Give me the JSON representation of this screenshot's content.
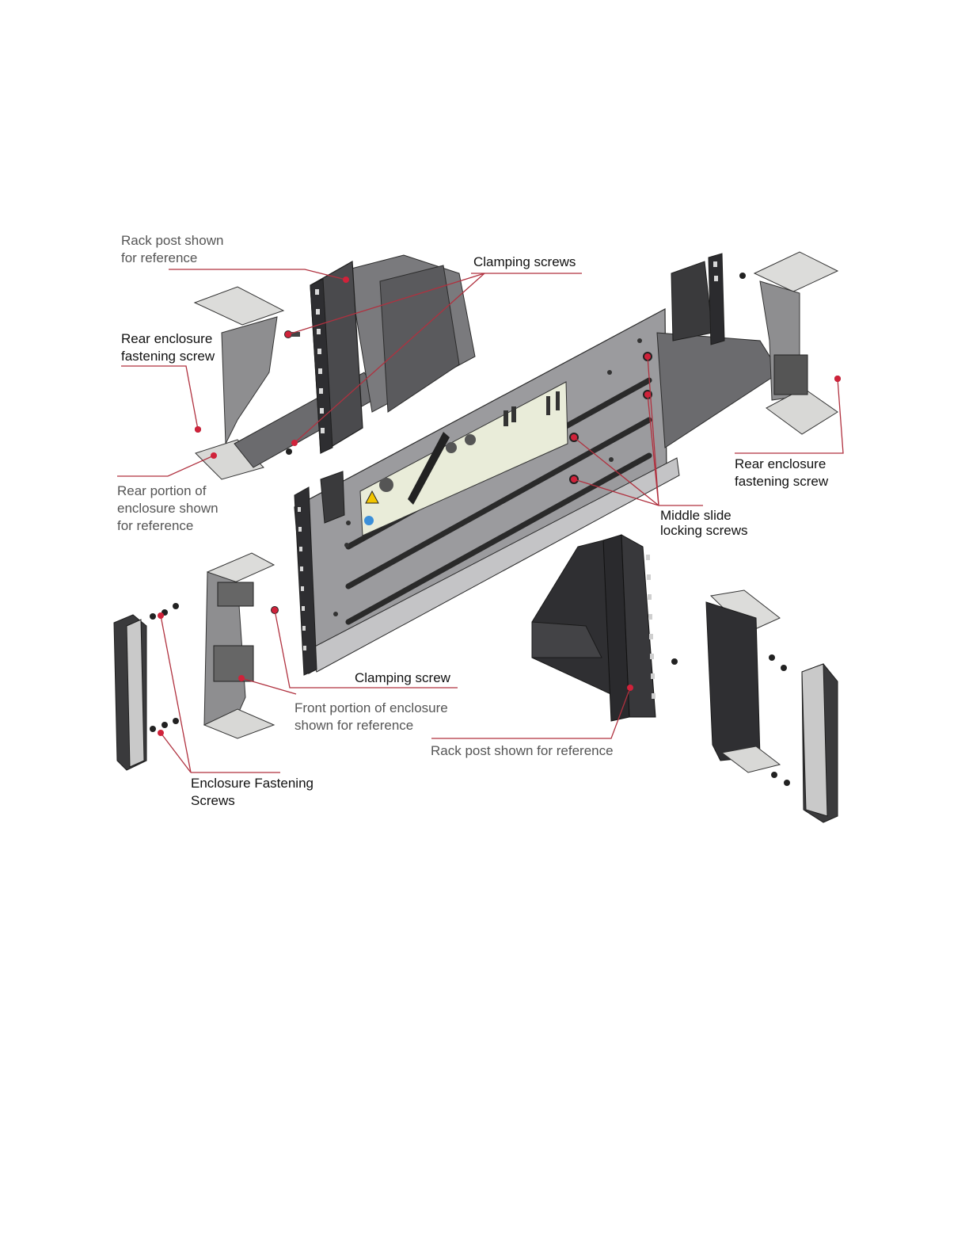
{
  "labels": {
    "rack_post_top": {
      "line1": "Rack post shown",
      "line2": "for reference"
    },
    "clamping_screws": "Clamping screws",
    "rear_fastening_left": {
      "line1": "Rear enclosure",
      "line2": "fastening screw"
    },
    "rear_fastening_right": {
      "line1": "Rear enclosure",
      "line2": "fastening screw"
    },
    "rear_portion": {
      "line1": "Rear portion of",
      "line2": "enclosure shown",
      "line3": "for reference"
    },
    "middle_slide": {
      "line1": "Middle slide",
      "line2": "locking screws"
    },
    "clamping_screw": "Clamping screw",
    "front_portion": {
      "line1": "Front portion of enclosure",
      "line2": "shown for reference"
    },
    "rack_post_bottom": "Rack post shown for reference",
    "enclosure_fastening": {
      "line1": "Enclosure Fastening",
      "line2": "Screws"
    }
  },
  "colors": {
    "callout": "#b0313f",
    "callout_dot": "#d0223a",
    "metal_dark": "#3a3a3c",
    "metal_mid": "#6b6b6e",
    "metal_light": "#9a9a9d",
    "panel_light": "#c9c9c9",
    "plate": "#d8d8d6",
    "label_panel": "#e9ecd9"
  }
}
